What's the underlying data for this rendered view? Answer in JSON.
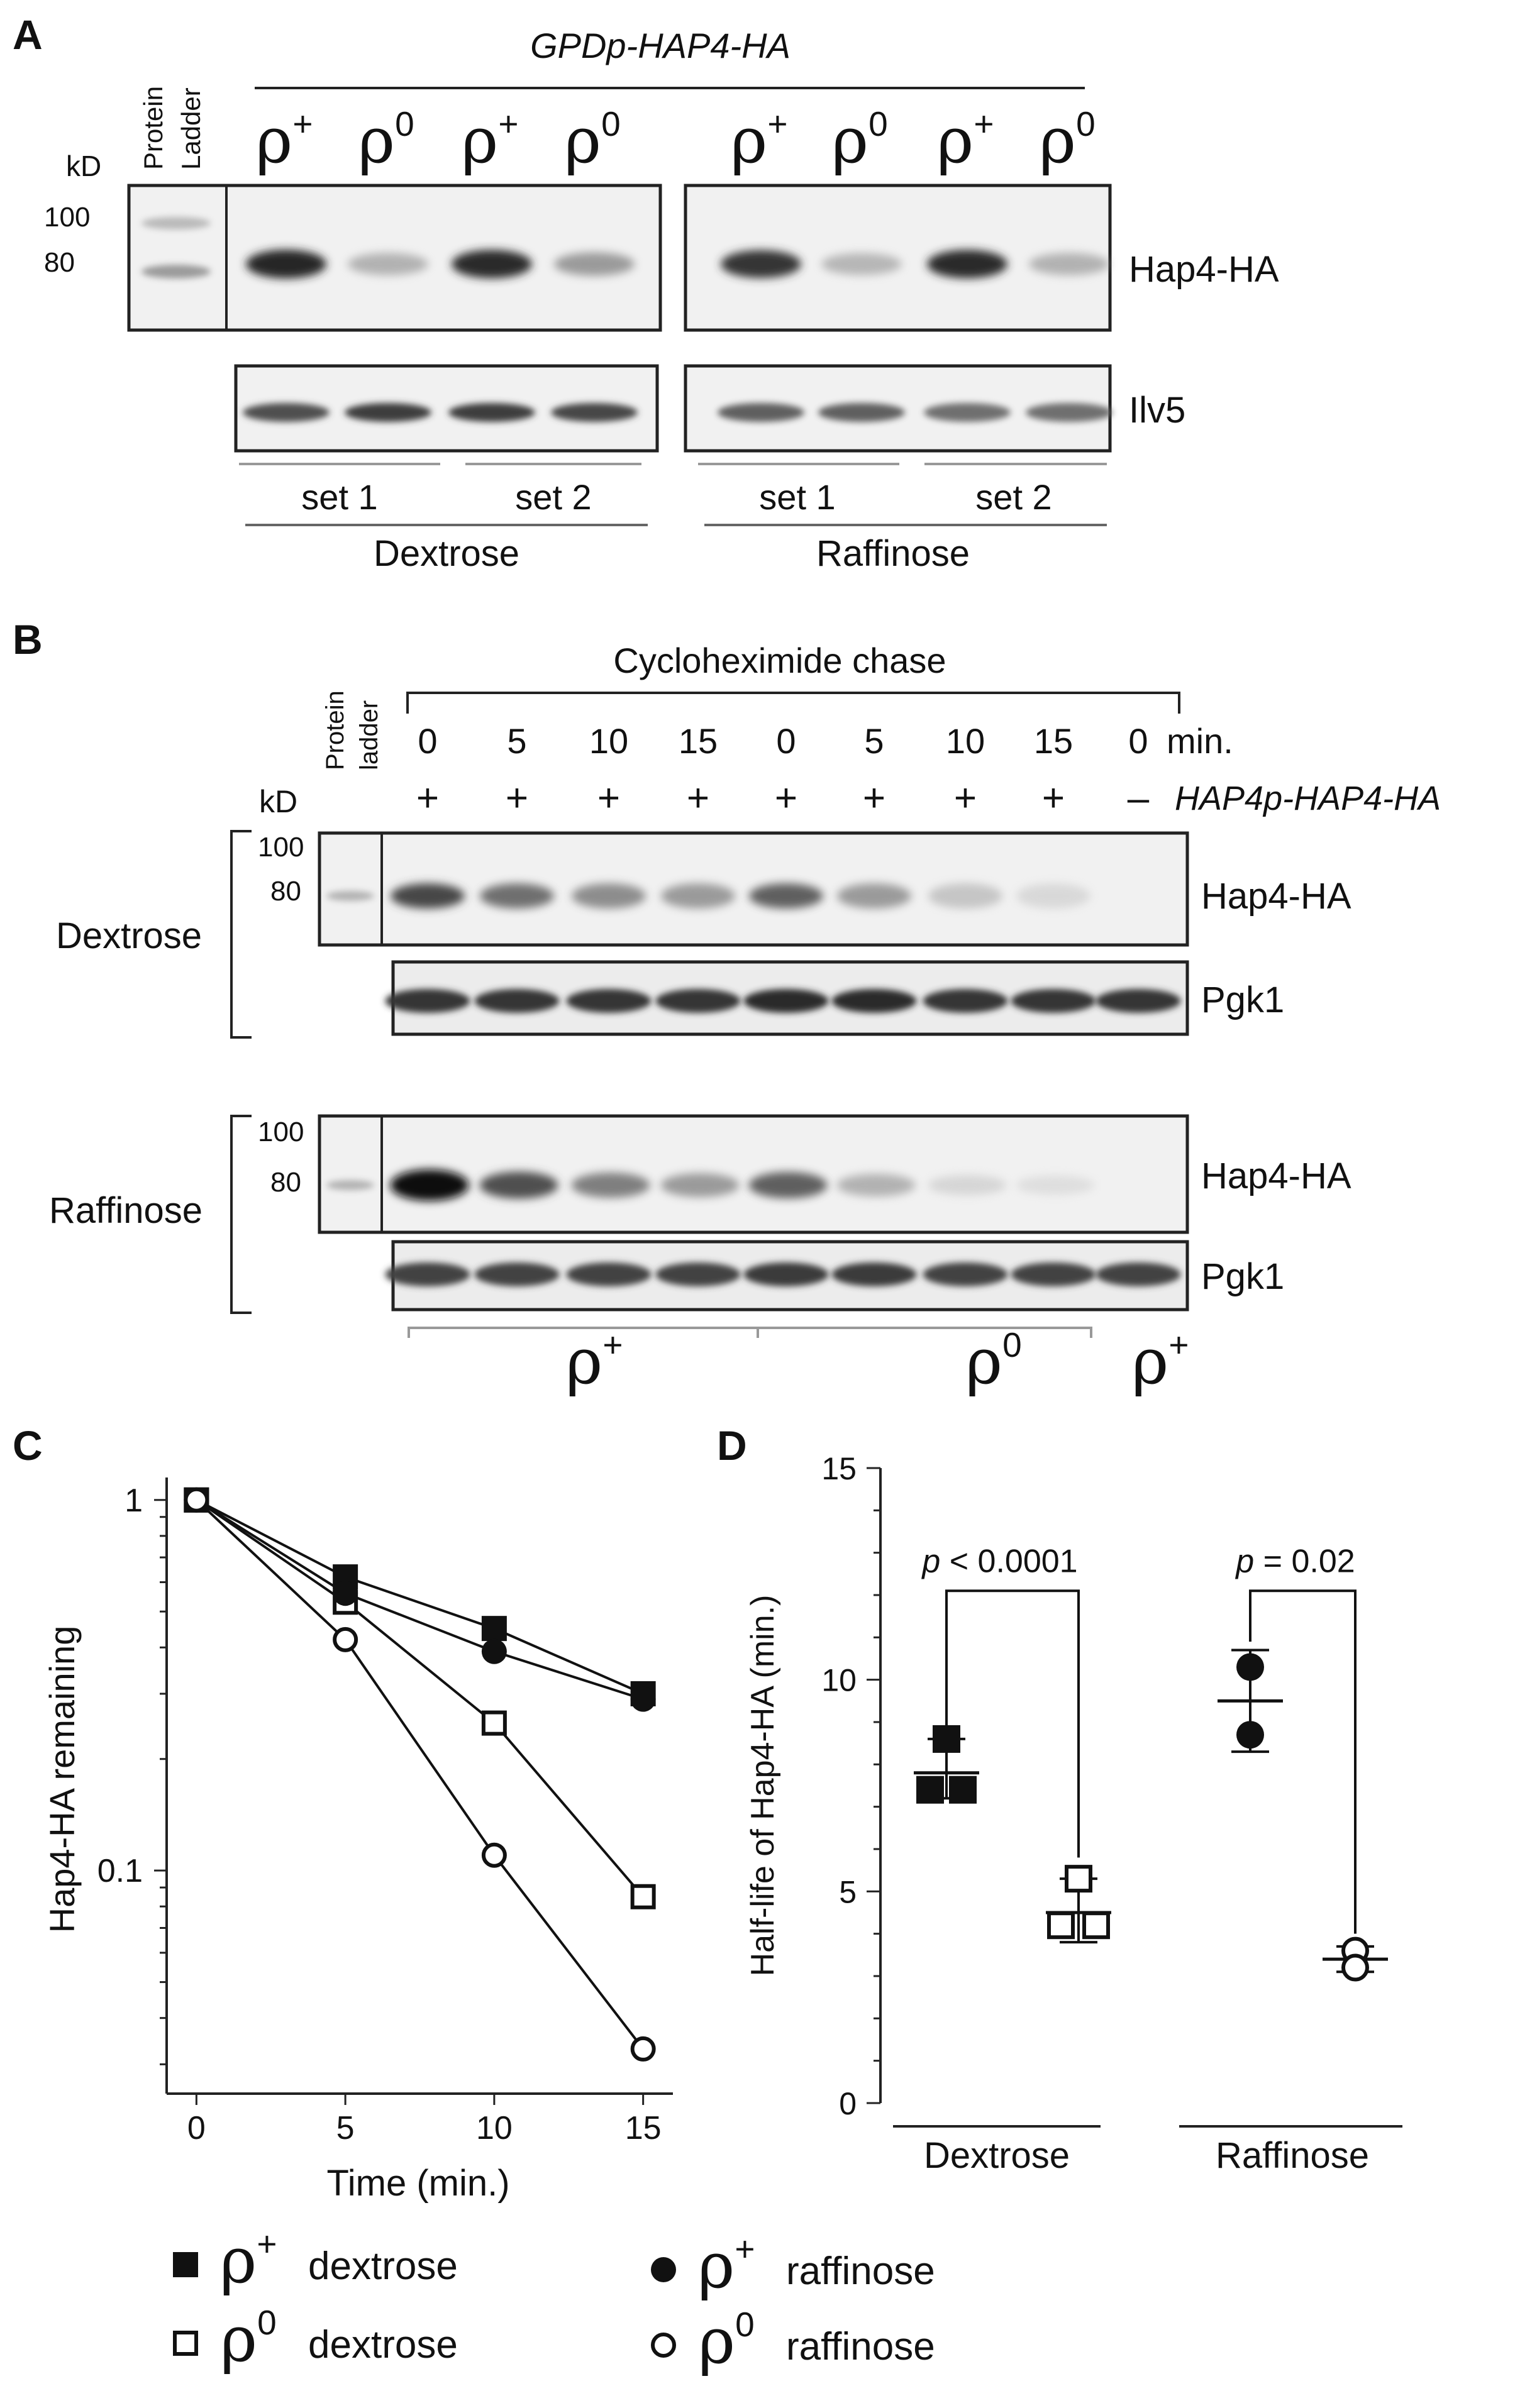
{
  "panels": {
    "A": {
      "letter": "A",
      "construct": "GPDp-HAP4-HA",
      "ladder": [
        "Protein",
        "Ladder"
      ],
      "kd": "kD",
      "mw": [
        "100",
        "80"
      ],
      "rho_base": "ρ",
      "lanes": [
        "+",
        "0",
        "+",
        "0",
        "+",
        "0",
        "+",
        "0"
      ],
      "blot_labels": [
        "Hap4-HA",
        "Ilv5"
      ],
      "sets": [
        "set 1",
        "set 2",
        "set 1",
        "set 2"
      ],
      "conditions": [
        "Dextrose",
        "Raffinose"
      ],
      "band_intensity": {
        "hap4": [
          0.88,
          0.3,
          0.85,
          0.4,
          0.8,
          0.28,
          0.85,
          0.3
        ],
        "ilv5": [
          0.65,
          0.75,
          0.75,
          0.7,
          0.6,
          0.6,
          0.55,
          0.55
        ]
      }
    },
    "B": {
      "letter": "B",
      "chase": "Cycloheximide chase",
      "ladder": [
        "Protein",
        "ladder"
      ],
      "times": [
        "0",
        "5",
        "10",
        "15",
        "0",
        "5",
        "10",
        "15",
        "0"
      ],
      "time_unit": "min.",
      "kd": "kD",
      "construct_signs": [
        "+",
        "+",
        "+",
        "+",
        "+",
        "+",
        "+",
        "+",
        "–"
      ],
      "construct": "HAP4p-HAP4-HA",
      "mw": [
        "100",
        "80"
      ],
      "conditions": [
        "Dextrose",
        "Raffinose"
      ],
      "blot_labels": [
        "Hap4-HA",
        "Pgk1"
      ],
      "rho_base": "ρ",
      "groups": [
        "+",
        "0",
        "+"
      ],
      "band_intensity": {
        "dextrose_hap4": [
          0.7,
          0.55,
          0.45,
          0.4,
          0.6,
          0.4,
          0.2,
          0.08,
          0.0
        ],
        "raffinose_hap4": [
          1.0,
          0.65,
          0.5,
          0.4,
          0.6,
          0.3,
          0.1,
          0.04,
          0.0
        ],
        "pgk1": [
          0.8,
          0.8,
          0.8,
          0.8,
          0.85,
          0.85,
          0.8,
          0.8,
          0.8
        ]
      }
    },
    "C": {
      "letter": "C",
      "xlabel": "Time (min.)",
      "ylabel": "Hap4-HA remaining",
      "y_ticks": [
        "1",
        "0.1"
      ],
      "x_ticks": [
        "0",
        "5",
        "10",
        "15"
      ]
    },
    "D": {
      "letter": "D",
      "ylabel": "Half-life of Hap4-HA (min.)",
      "y_ticks": [
        "0",
        "5",
        "10",
        "15"
      ],
      "p_values": [
        {
          "p": "p",
          "rest": " < 0.0001"
        },
        {
          "p": "p",
          "rest": " = 0.02"
        }
      ],
      "groups": [
        "Dextrose",
        "Raffinose"
      ]
    }
  },
  "legend": [
    {
      "sup": "+",
      "label": "dextrose",
      "marker": "filled-square"
    },
    {
      "sup": "0",
      "label": "dextrose",
      "marker": "open-square"
    },
    {
      "sup": "+",
      "label": "raffinose",
      "marker": "filled-circle"
    },
    {
      "sup": "0",
      "label": "raffinose",
      "marker": "open-circle"
    }
  ],
  "chart_data": [
    {
      "type": "scatter",
      "panel": "C",
      "xlabel": "Time (min.)",
      "ylabel": "Hap4-HA remaining",
      "yscale": "log",
      "ylim": [
        0.025,
        1.15
      ],
      "xlim": [
        -1,
        16
      ],
      "x": [
        0,
        5,
        10,
        15
      ],
      "series": [
        {
          "name": "ρ+ dextrose",
          "marker": "filled-square",
          "values": [
            1.0,
            0.62,
            0.45,
            0.3
          ]
        },
        {
          "name": "ρ0 dextrose",
          "marker": "open-square",
          "values": [
            1.0,
            0.53,
            0.25,
            0.085
          ]
        },
        {
          "name": "ρ+ raffinose",
          "marker": "filled-circle",
          "values": [
            1.0,
            0.56,
            0.39,
            0.29
          ]
        },
        {
          "name": "ρ0 raffinose",
          "marker": "open-circle",
          "values": [
            1.0,
            0.42,
            0.11,
            0.033
          ]
        }
      ]
    },
    {
      "type": "scatter",
      "panel": "D",
      "ylabel": "Half-life of Hap4-HA (min.)",
      "ylim": [
        0,
        15
      ],
      "categories": [
        "Dextrose ρ+",
        "Dextrose ρ0",
        "Raffinose ρ+",
        "Raffinose ρ0"
      ],
      "series": [
        {
          "name": "Dextrose ρ+",
          "marker": "filled-square",
          "values": [
            8.6,
            7.4,
            7.4
          ],
          "mean": 7.8,
          "sd": [
            7.2,
            8.6
          ]
        },
        {
          "name": "Dextrose ρ0",
          "marker": "open-square",
          "values": [
            5.3,
            4.2,
            4.2
          ],
          "mean": 4.5,
          "sd": [
            3.8,
            5.3
          ]
        },
        {
          "name": "Raffinose ρ+",
          "marker": "filled-circle",
          "values": [
            10.3,
            8.7
          ],
          "mean": 9.5,
          "sd": [
            8.3,
            10.7
          ]
        },
        {
          "name": "Raffinose ρ0",
          "marker": "open-circle",
          "values": [
            3.6,
            3.2
          ],
          "mean": 3.4,
          "sd": [
            3.1,
            3.7
          ]
        }
      ]
    }
  ]
}
